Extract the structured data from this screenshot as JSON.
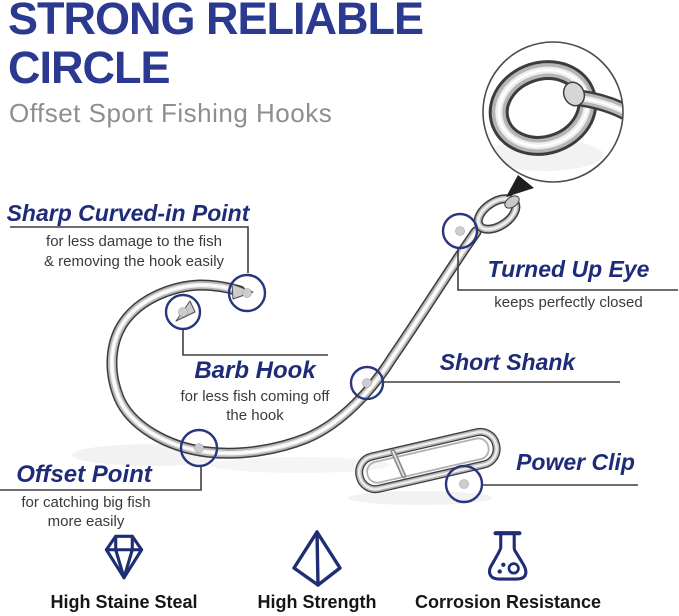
{
  "colors": {
    "title-blue": "#2b3990",
    "callout-navy": "#1e2b78",
    "marker-navy": "#28367d",
    "icon-navy": "#1f2d74",
    "desc-gray": "#3a3a3a",
    "subtitle-gray": "#8e8e8e",
    "label-black": "#161616",
    "connector-gray": "#3f3f3f",
    "metal-dark": "#3c3c3c",
    "metal-mid": "#b5b5b5",
    "metal-light": "#ededed",
    "metal-shine": "#ffffff"
  },
  "header": {
    "title_line1": "STRONG RELIABLE",
    "title_line2": "CIRCLE",
    "subtitle": "Offset Sport Fishing Hooks"
  },
  "callouts": {
    "sharp_point": {
      "title": "Sharp Curved-in Point",
      "desc_line1": "for less damage to the fish",
      "desc_line2": "& removing the hook easily"
    },
    "turned_up_eye": {
      "title": "Turned Up Eye",
      "desc": "keeps perfectly closed"
    },
    "barb_hook": {
      "title": "Barb Hook",
      "desc_line1": "for less fish coming off",
      "desc_line2": "the hook"
    },
    "short_shank": {
      "title": "Short Shank"
    },
    "offset_point": {
      "title": "Offset Point",
      "desc_line1": "for catching big fish",
      "desc_line2": "more easily"
    },
    "power_clip": {
      "title": "Power Clip"
    }
  },
  "features": [
    {
      "icon": "diamond-icon",
      "label": "High Staine Steal"
    },
    {
      "icon": "pyramid-icon",
      "label": "High Strength"
    },
    {
      "icon": "flask-icon",
      "label": "Corrosion Resistance"
    }
  ]
}
